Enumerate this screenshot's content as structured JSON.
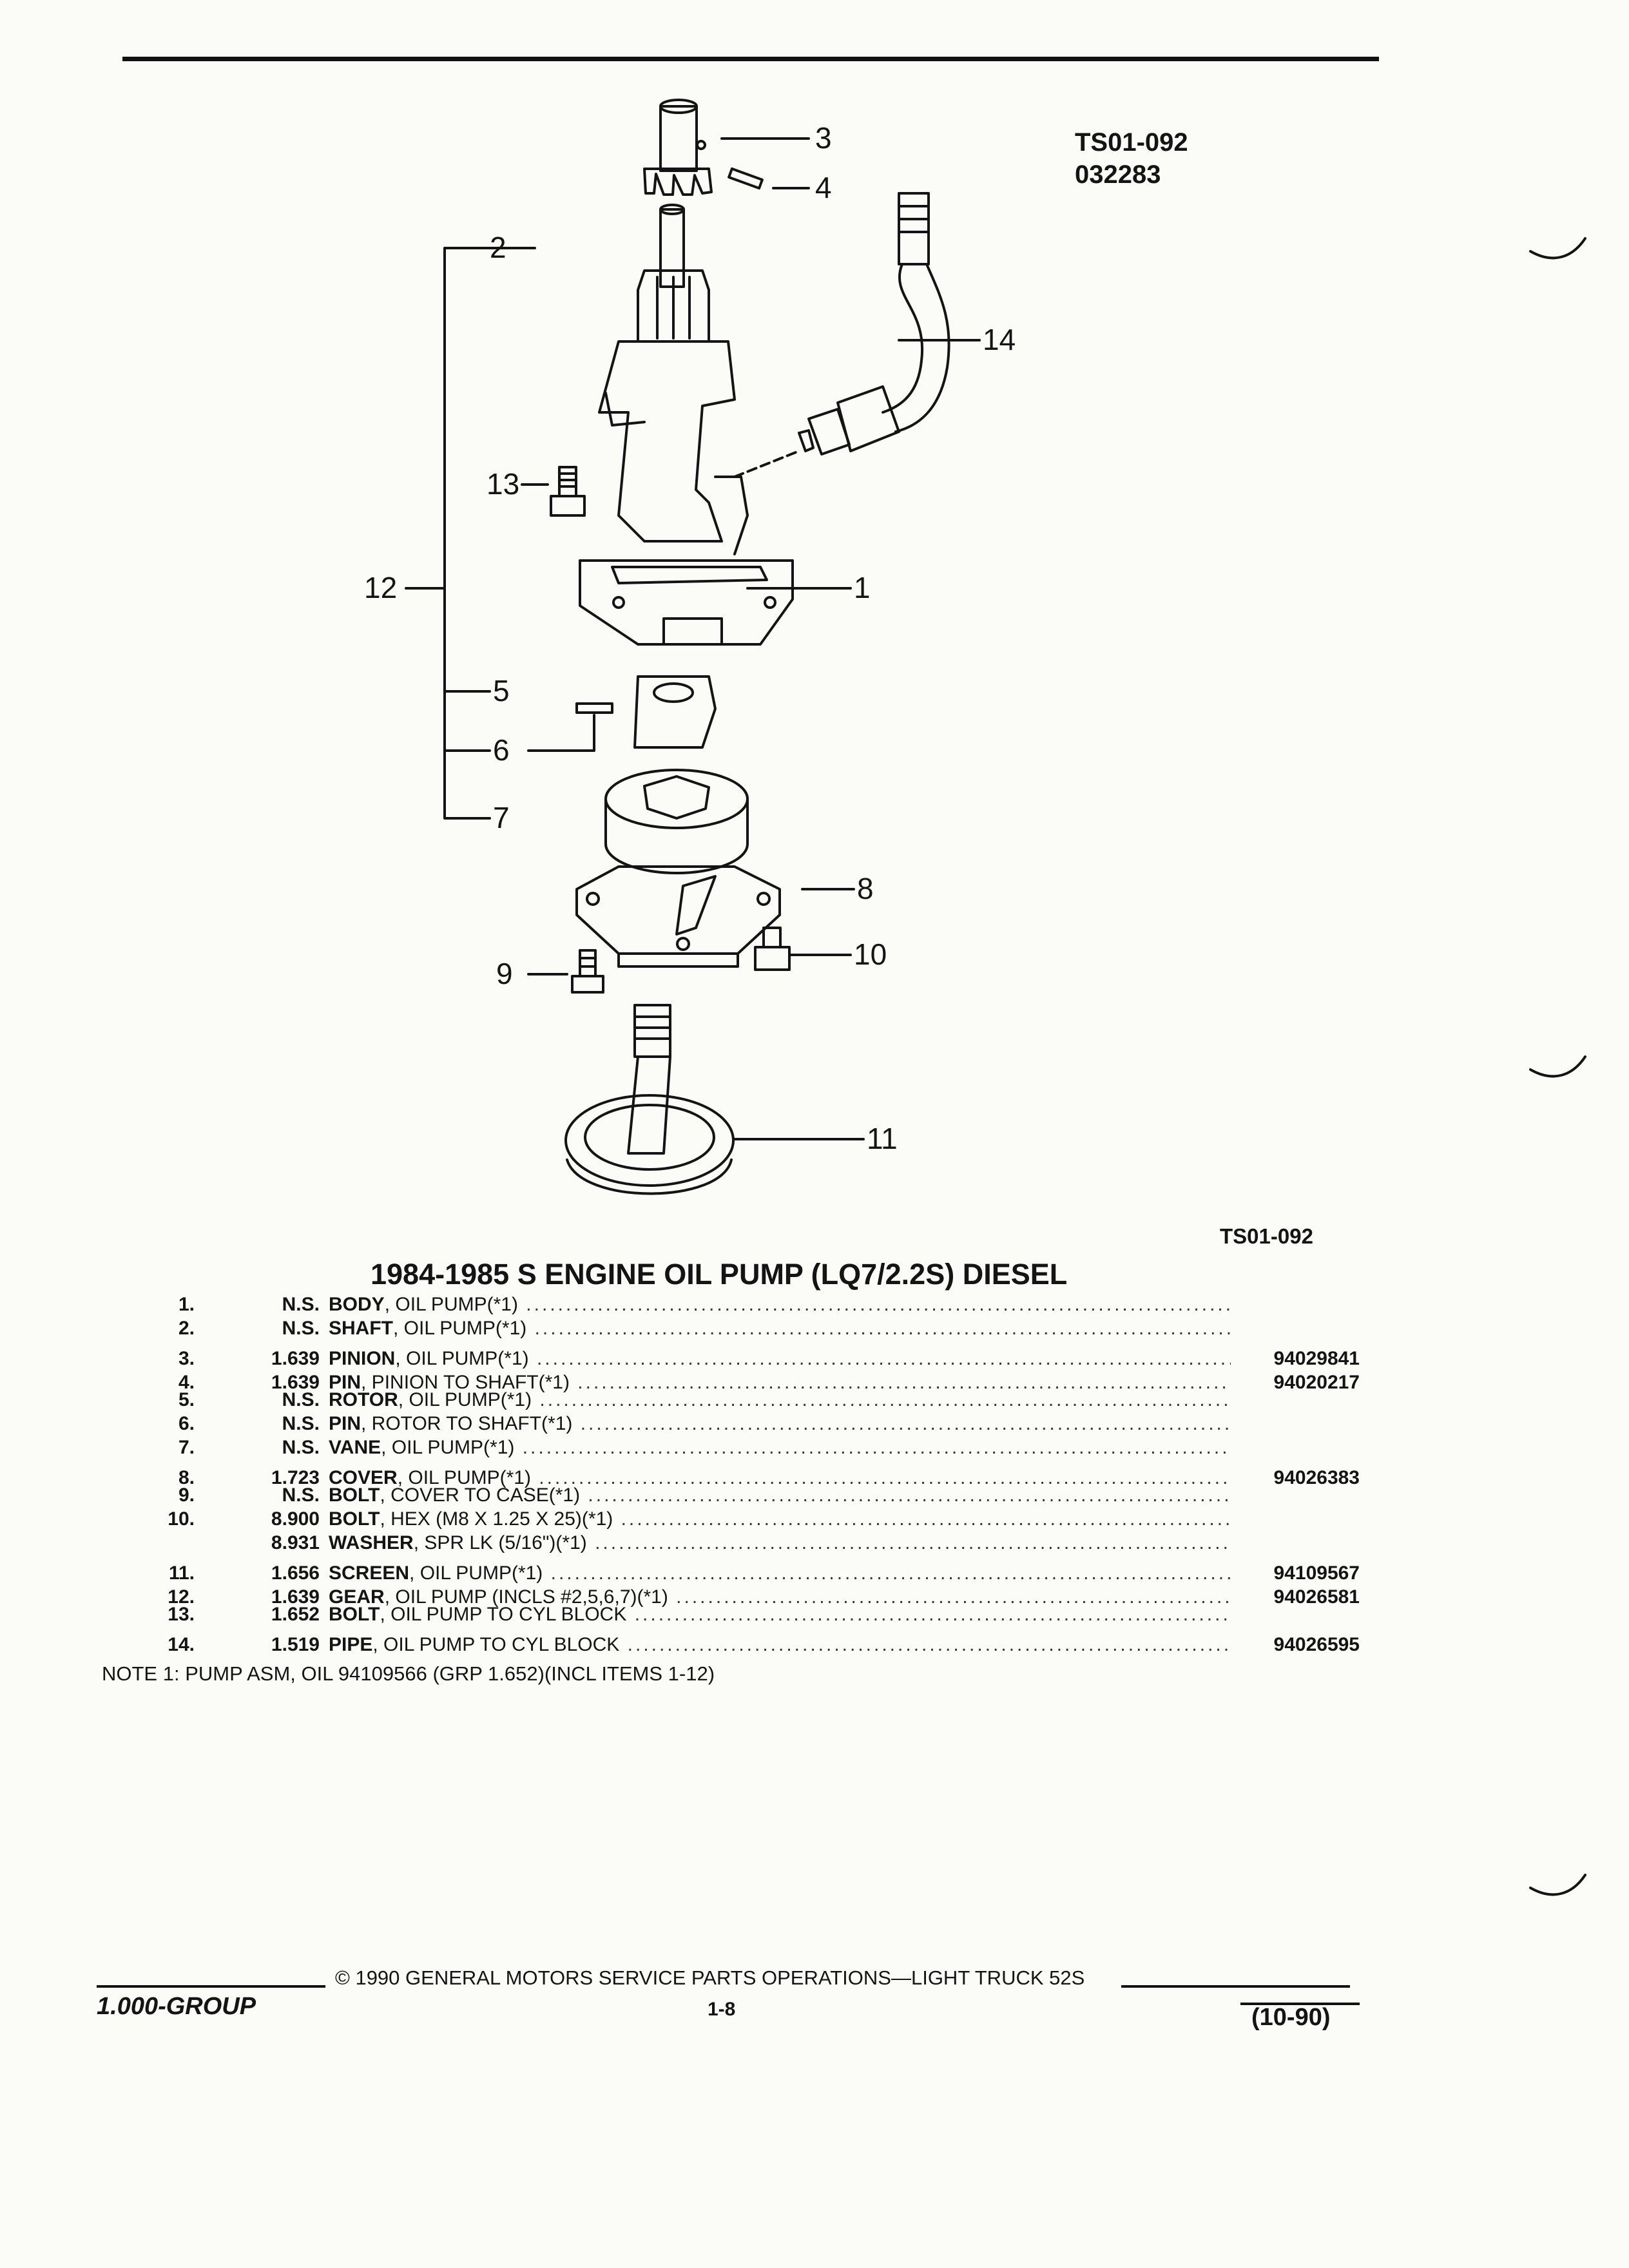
{
  "header": {
    "code_1": "TS01-092",
    "code_2": "032283",
    "ref": "TS01-092"
  },
  "callouts": [
    "1",
    "2",
    "3",
    "4",
    "5",
    "6",
    "7",
    "8",
    "9",
    "10",
    "11",
    "12",
    "13",
    "14"
  ],
  "title": "1984-1985 S ENGINE OIL PUMP (LQ7/2.2S) DIESEL",
  "parts": [
    {
      "num": "1.",
      "grp": "N.S.",
      "name": "BODY",
      "desc": ", OIL PUMP(*1)",
      "pn": ""
    },
    {
      "num": "2.",
      "grp": "N.S.",
      "name": "SHAFT",
      "desc": ", OIL PUMP(*1)",
      "pn": ""
    },
    {
      "num": "3.",
      "grp": "1.639",
      "name": "PINION",
      "desc": ", OIL PUMP(*1)",
      "pn": "94029841"
    },
    {
      "num": "4.",
      "grp": "1.639",
      "name": "PIN",
      "desc": ", PINION TO SHAFT(*1)",
      "pn": "94020217"
    },
    {
      "num": "5.",
      "grp": "N.S.",
      "name": "ROTOR",
      "desc": ", OIL PUMP(*1)",
      "pn": ""
    },
    {
      "num": "6.",
      "grp": "N.S.",
      "name": "PIN",
      "desc": ", ROTOR TO SHAFT(*1)",
      "pn": ""
    },
    {
      "num": "7.",
      "grp": "N.S.",
      "name": "VANE",
      "desc": ", OIL PUMP(*1)",
      "pn": ""
    },
    {
      "num": "8.",
      "grp": "1.723",
      "name": "COVER",
      "desc": ", OIL PUMP(*1)",
      "pn": "94026383"
    },
    {
      "num": "9.",
      "grp": "N.S.",
      "name": "BOLT",
      "desc": ", COVER TO CASE(*1)",
      "pn": ""
    },
    {
      "num": "10.",
      "grp": "8.900",
      "name": "BOLT",
      "desc": ", HEX (M8 X 1.25 X 25)(*1)",
      "pn": ""
    },
    {
      "num": "",
      "grp": "8.931",
      "name": "WASHER",
      "desc": ", SPR LK (5/16\")(*1)",
      "pn": ""
    },
    {
      "num": "11.",
      "grp": "1.656",
      "name": "SCREEN",
      "desc": ", OIL PUMP(*1)",
      "pn": "94109567"
    },
    {
      "num": "12.",
      "grp": "1.639",
      "name": "GEAR",
      "desc": ", OIL PUMP (INCLS #2,5,6,7)(*1)",
      "pn": "94026581"
    },
    {
      "num": "13.",
      "grp": "1.652",
      "name": "BOLT",
      "desc": ", OIL PUMP TO CYL BLOCK",
      "pn": ""
    },
    {
      "num": "14.",
      "grp": "1.519",
      "name": "PIPE",
      "desc": ", OIL PUMP TO CYL BLOCK",
      "pn": "94026595"
    }
  ],
  "note": "NOTE 1: PUMP ASM, OIL 94109566 (GRP 1.652)(INCL ITEMS 1-12)",
  "footer": {
    "group": "1.000-GROUP",
    "copyright": "© 1990 GENERAL MOTORS SERVICE PARTS OPERATIONS—LIGHT TRUCK 52S",
    "page": "1-8",
    "date": "(10-90)"
  }
}
